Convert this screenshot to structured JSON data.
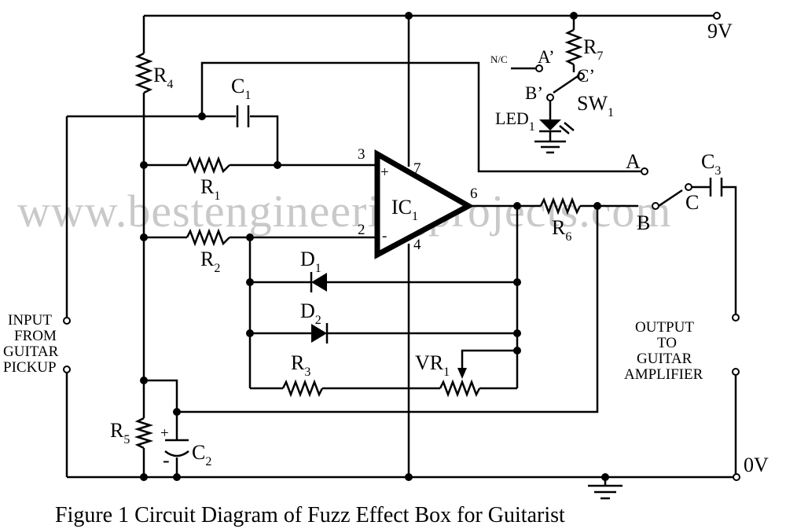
{
  "diagram": {
    "watermark": "www.bestengineeringprojects.com",
    "caption": "Figure 1 Circuit Diagram of Fuzz Effect Box for Guitarist",
    "rails": {
      "positive": "9V",
      "ground": "0V"
    },
    "ic": {
      "name": "IC",
      "sub": "1",
      "pins": {
        "noninv": "3",
        "inv": "2",
        "vcc": "7",
        "gnd": "4",
        "out": "6"
      },
      "plus": "+",
      "minus": "-"
    },
    "components": {
      "R1": {
        "name": "R",
        "sub": "1"
      },
      "R2": {
        "name": "R",
        "sub": "2"
      },
      "R3": {
        "name": "R",
        "sub": "3"
      },
      "R4": {
        "name": "R",
        "sub": "4"
      },
      "R5": {
        "name": "R",
        "sub": "5"
      },
      "R6": {
        "name": "R",
        "sub": "6"
      },
      "R7": {
        "name": "R",
        "sub": "7"
      },
      "VR1": {
        "name": "VR",
        "sub": "1"
      },
      "C1": {
        "name": "C",
        "sub": "1"
      },
      "C2": {
        "name": "C",
        "sub": "2",
        "plus": "+",
        "minus": "-"
      },
      "C3": {
        "name": "C",
        "sub": "3"
      },
      "D1": {
        "name": "D",
        "sub": "1"
      },
      "D2": {
        "name": "D",
        "sub": "2"
      },
      "LED1": {
        "name": "LED",
        "sub": "1"
      },
      "SW1": {
        "name": "SW",
        "sub": "1"
      }
    },
    "switch_terminals": {
      "a": "A",
      "b": "B",
      "c": "C",
      "a_prime": "A’",
      "b_prime": "B’",
      "c_prime": "C’",
      "nc": "N/C"
    },
    "input_label": [
      "INPUT",
      "FROM",
      "GUITAR",
      "PICKUP"
    ],
    "output_label": [
      "OUTPUT",
      "TO",
      "GUITAR",
      "AMPLIFIER"
    ]
  }
}
